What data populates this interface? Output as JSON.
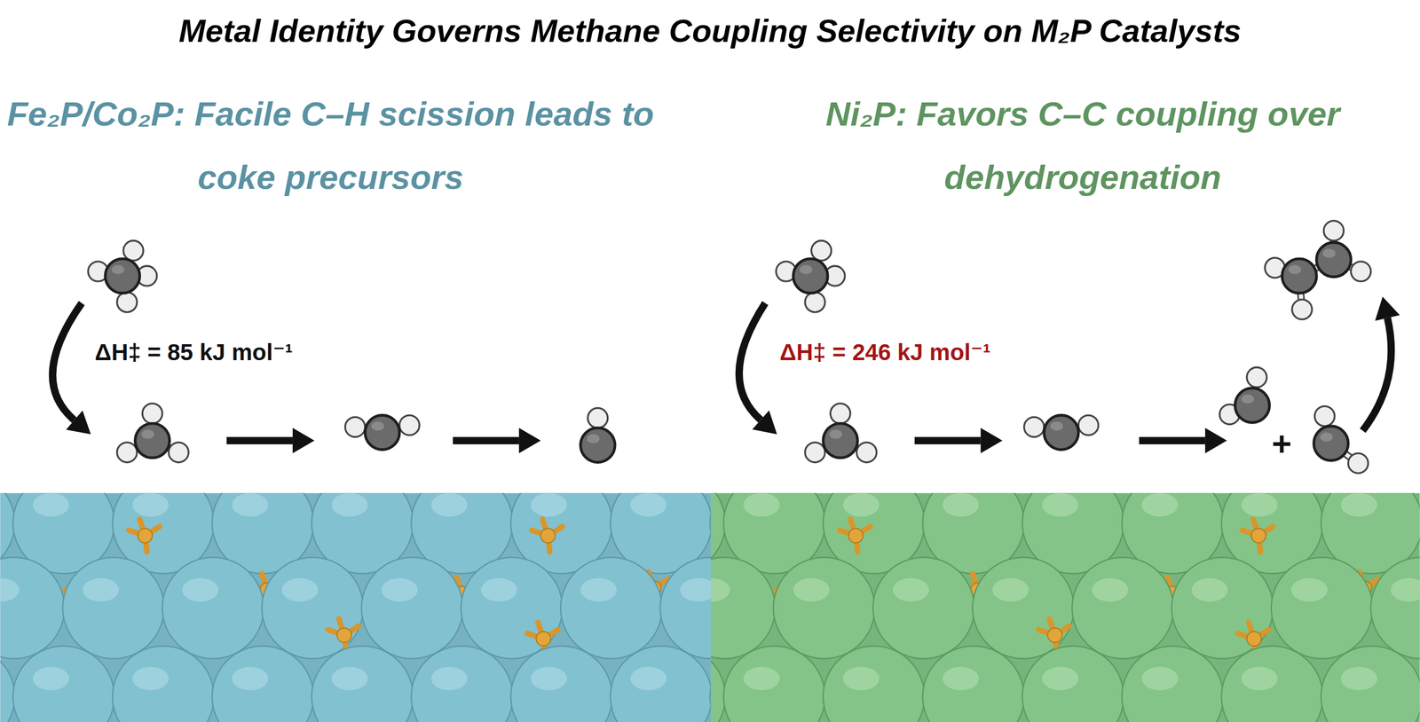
{
  "diagram": {
    "title": "Metal Identity Governs Methane Coupling Selectivity on M₂P Catalysts",
    "labels": [
      "Fe₂P/Co₂P: Facile C–H scission leads to coke precursors",
      "ΔH‡ = 85 kJ mol⁻¹",
      "Ni₂P: Favors C–C coupling over dehydrogenation",
      "ΔH‡ = 246 kJ mol⁻¹",
      "+"
    ]
  }
}
